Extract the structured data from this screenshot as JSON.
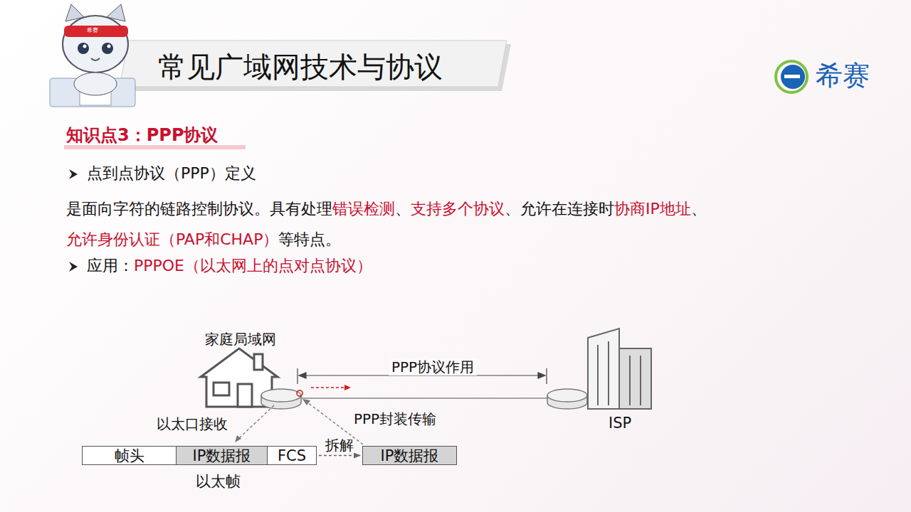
{
  "diagram": {
    "title": "常见广域网技术与协议",
    "nodes": [
      {
        "text": [
          "帧头"
        ]
      },
      {
        "text": [
          "IP数据报"
        ]
      },
      {
        "text": [
          "FCS"
        ]
      },
      {
        "text": [
          "IP数据报"
        ]
      }
    ],
    "edges": [
      {
        "from": 2,
        "to": 3,
        "label": "拆解",
        "arrow": "to"
      }
    ],
    "labels": [
      "知识点3：PPP协议",
      "点到点协议（PPP）定义",
      "是面向字符的链路控制协议。具有处理",
      "错误检测",
      "、",
      "支持多个协议",
      "、允许在连接时",
      "协商IP地址",
      "、",
      "允许身份认证（PAP和CHAP）",
      "等特点。",
      "应用：",
      "PPPOE（以太网上的点对点协议）",
      "家庭局域网",
      "PPP协议作用",
      "以太口接收",
      "PPP封装传输",
      "ISP",
      "以太帧",
      "希赛",
      "希赛"
    ]
  }
}
